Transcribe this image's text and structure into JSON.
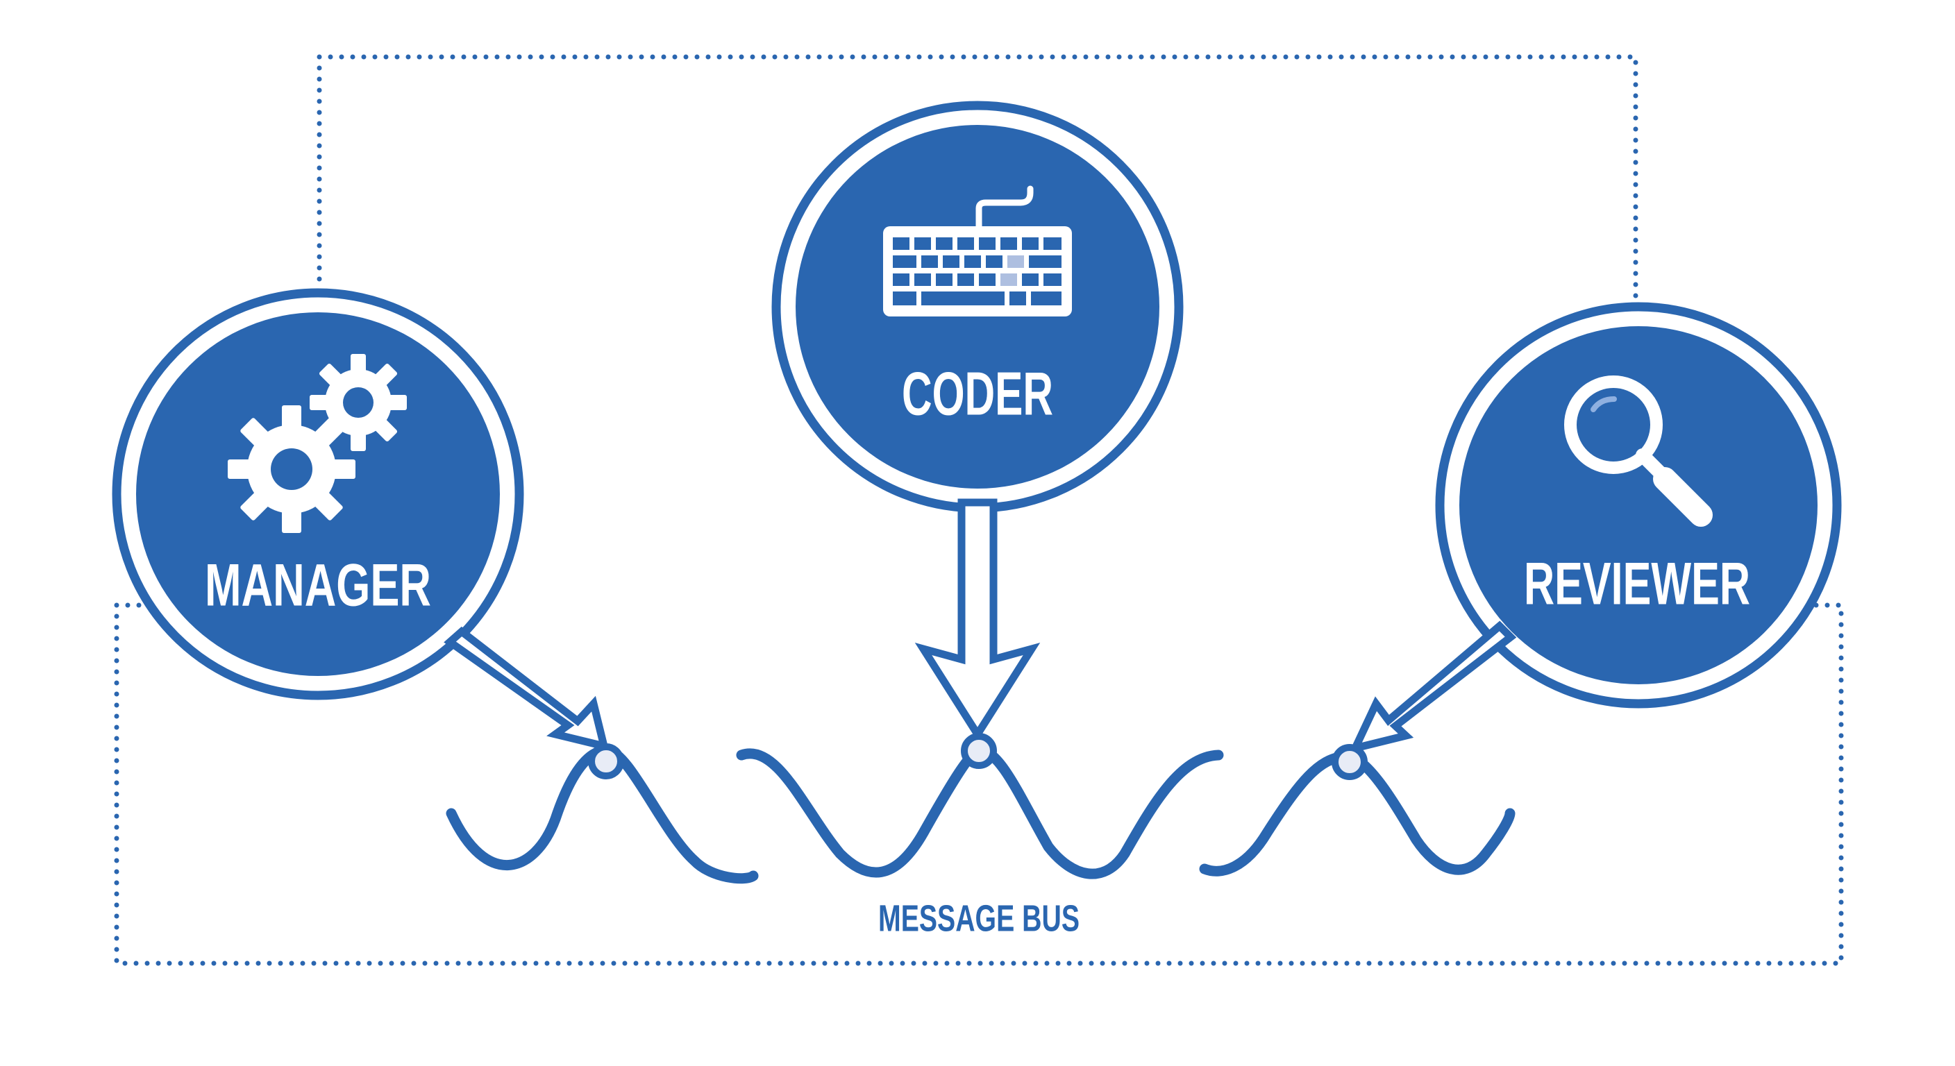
{
  "colors": {
    "primary": "#2a66b0",
    "background": "#ffffff",
    "node_text": "#ffffff",
    "node_dot": "#e8ecf6"
  },
  "nodes": {
    "manager": {
      "label": "MANAGER",
      "icon": "gears-icon"
    },
    "coder": {
      "label": "CODER",
      "icon": "keyboard-icon"
    },
    "reviewer": {
      "label": "REVIEWER",
      "icon": "magnifier-icon"
    }
  },
  "bus": {
    "label": "MESSAGE BUS"
  }
}
